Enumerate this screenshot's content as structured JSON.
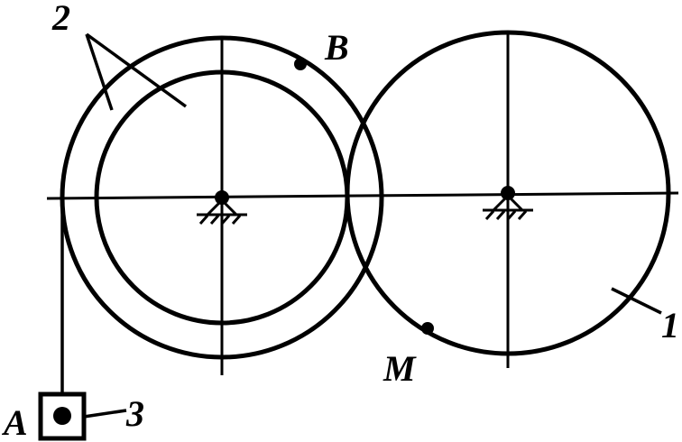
{
  "labels": {
    "gear_2": "2",
    "point_b": "B",
    "gear_1": "1",
    "point_m": "M",
    "point_a": "A",
    "load_3": "3"
  },
  "colors": {
    "ink": "#000000",
    "background": "#ffffff"
  }
}
